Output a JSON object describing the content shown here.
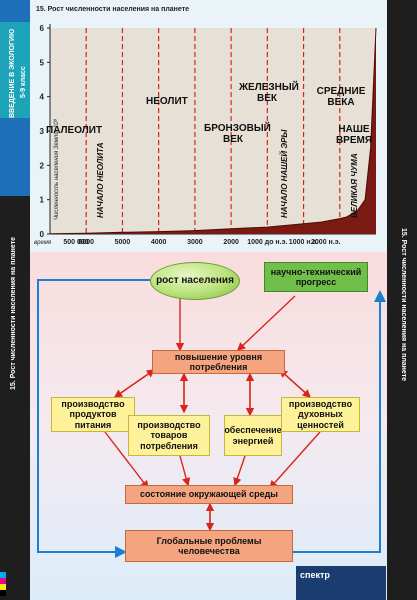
{
  "page": {
    "number_title": "15. Рост численности населения на планете",
    "left_header": "ВВЕДЕНИЕ В ЭКОЛОГИЮ",
    "left_sub": "5-9 класс",
    "left_side_title": "15. Рост численности населения на планете",
    "right_side_title": "15. Рост численности населения на планете"
  },
  "chart_data": {
    "type": "area",
    "ylabel": "Численность населения Земли, 10⁹",
    "yticks": [
      "0",
      "1",
      "2",
      "3",
      "4",
      "5",
      "6"
    ],
    "ylim": [
      0,
      6
    ],
    "x_prefix": "время",
    "xticks": [
      "500 000",
      "6000",
      "5000",
      "4000",
      "3000",
      "2000",
      "1000 до н.э.",
      "1000 н.э.",
      "2000 н.э."
    ],
    "era_labels": [
      "ПАЛЕОЛИТ",
      "НЕОЛИТ",
      "БРОНЗОВЫЙ ВЕК",
      "ЖЕЛЕЗНЫЙ ВЕК",
      "СРЕДНИЕ ВЕКА",
      "НАШЕ ВРЕМЯ"
    ],
    "vertical_labels": [
      "НАЧАЛО НЕОЛИТА",
      "НАЧАЛО НАШЕЙ ЭРЫ",
      "ВЕЛИКАЯ ЧУМА"
    ],
    "x": [
      0,
      1,
      2,
      3,
      4,
      5,
      6,
      7,
      7.5,
      8,
      8.2,
      8.5,
      8.7,
      8.85,
      9
    ],
    "values": [
      0.005,
      0.02,
      0.05,
      0.07,
      0.1,
      0.15,
      0.2,
      0.3,
      0.35,
      0.45,
      0.5,
      0.7,
      1.0,
      2.5,
      6.0
    ],
    "grid": false
  },
  "diagram": {
    "population_growth": "рост населения",
    "tech_progress": "научно-технический прогресс",
    "consumption": "повышение уровня потребления",
    "food_production": "производство продуктов питания",
    "goods_production": "производство товаров потребления",
    "energy": "обеспечение энергией",
    "spiritual": "производство духовных ценностей",
    "environment": "состояние окружающей среды",
    "global_problems": "Глобальные проблемы человечества"
  },
  "footer": {
    "brand": "спектр"
  },
  "colors": {
    "arrow_red": "#d9261c",
    "arrow_blue": "#1c7fd1",
    "dash_red": "#d9261c",
    "area_dark": "#7a1a12"
  }
}
